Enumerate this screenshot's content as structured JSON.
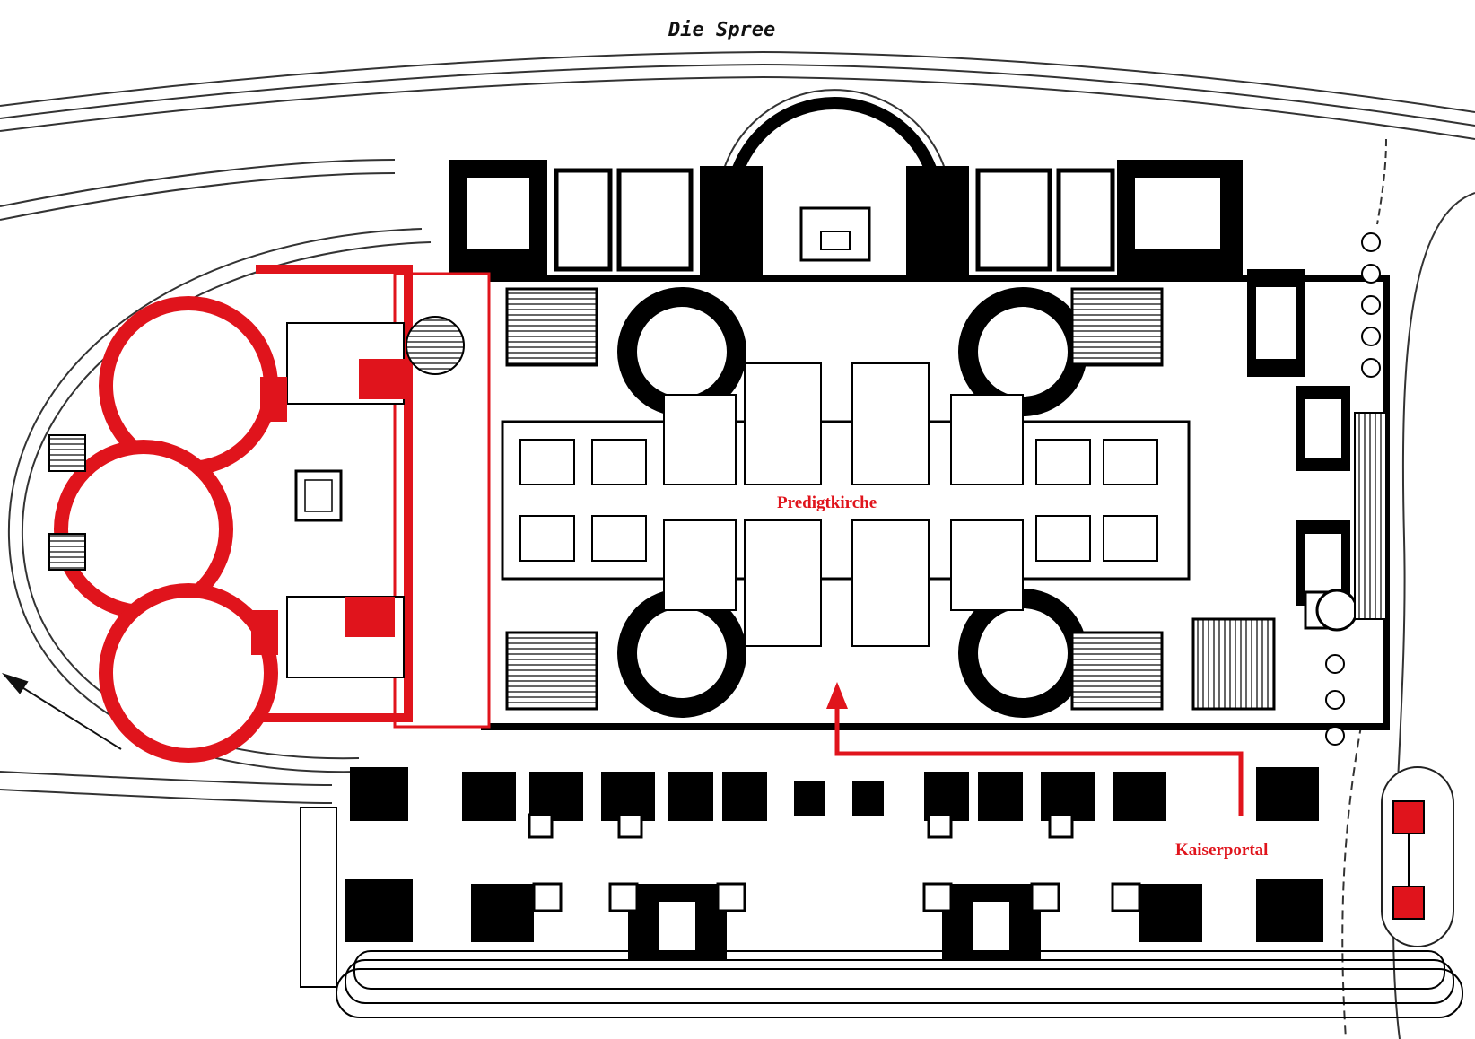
{
  "labels": {
    "river": "Die Spree",
    "nave": "Predigtkirche",
    "portal": "Kaiserportal"
  },
  "colors": {
    "ink": "#000000",
    "paper": "#ffffff",
    "highlight": "#e0141c",
    "line": "#333333"
  }
}
